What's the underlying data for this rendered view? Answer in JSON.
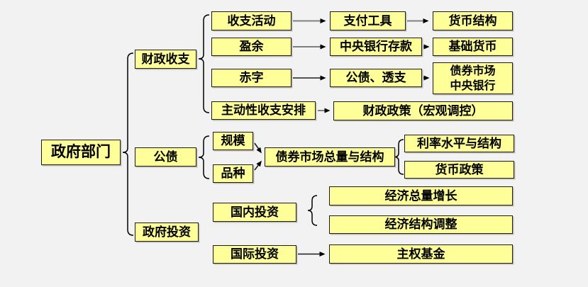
{
  "diagram": {
    "type": "hierarchy-flowchart",
    "background_color": "#f2f2f2",
    "node_fill_color": "#ffff99",
    "node_border_color": "#1a1a1a",
    "connector_gray_color": "#808080",
    "connector_black_color": "#1c1c1c",
    "labels": {
      "gov": "政府部门",
      "fiscal": "财政收支",
      "debt": "公债",
      "invest": "政府投资",
      "activity": "收支活动",
      "payment": "支付工具",
      "currency_structure": "货币结构",
      "surplus": "盈余",
      "cb_deposit": "中央银行存款",
      "base_money": "基础货币",
      "deficit": "赤字",
      "bonds_overdraft": "公债、透支",
      "bond_cb_line1": "债券市场",
      "bond_cb_line2": "中央银行",
      "proactive": "主动性收支安排",
      "fiscal_policy": "财政政策（宏观调控）",
      "scale": "规模",
      "variety": "品种",
      "bond_total": "债券市场总量与结构",
      "interest": "利率水平与结构",
      "monetary_policy": "货币政策",
      "domestic": "国内投资",
      "international": "国际投资",
      "growth": "经济总量增长",
      "adjustment": "经济结构调整",
      "sovereign": "主权基金"
    },
    "relations": [
      {
        "type": "brace",
        "from": "gov",
        "to": [
          "fiscal",
          "debt",
          "invest"
        ]
      },
      {
        "type": "brace",
        "from": "fiscal",
        "to": [
          "activity",
          "surplus",
          "deficit",
          "proactive"
        ]
      },
      {
        "type": "arrow",
        "from": "activity",
        "to": "payment"
      },
      {
        "type": "arrow",
        "from": "payment",
        "to": "currency_structure"
      },
      {
        "type": "arrow",
        "from": "surplus",
        "to": "cb_deposit"
      },
      {
        "type": "arrow",
        "from": "cb_deposit",
        "to": "base_money"
      },
      {
        "type": "arrow",
        "from": "deficit",
        "to": "bonds_overdraft"
      },
      {
        "type": "arrow",
        "from": "bonds_overdraft",
        "to": "bond_cb"
      },
      {
        "type": "arrow",
        "from": "proactive",
        "to": "fiscal_policy"
      },
      {
        "type": "brace",
        "from": "debt",
        "to": [
          "scale",
          "variety"
        ]
      },
      {
        "type": "arrow",
        "from": "scale",
        "to": "bond_total"
      },
      {
        "type": "arrow",
        "from": "variety",
        "to": "bond_total"
      },
      {
        "type": "brace",
        "from": "bond_total",
        "to": [
          "interest",
          "monetary_policy"
        ]
      },
      {
        "type": "brace",
        "from": "invest",
        "to": [
          "domestic",
          "international"
        ]
      },
      {
        "type": "brace",
        "from": "domestic",
        "to": [
          "growth",
          "adjustment"
        ]
      },
      {
        "type": "arrow",
        "from": "international",
        "to": "sovereign"
      }
    ]
  }
}
